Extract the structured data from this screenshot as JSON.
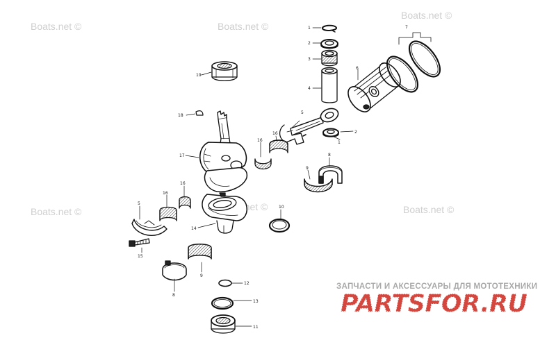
{
  "watermark_text": "Boats.net ©",
  "brand": {
    "tagline": "ЗАПЧАСТИ И АКСЕССУАРЫ ДЛЯ МОТОТЕХНИКИ",
    "logo": "PARTSFOR.RU",
    "logo_color": "#d4473f"
  },
  "callouts": {
    "c1_top": "1",
    "c2_top": "2",
    "c3": "3",
    "c4": "4",
    "c5_rod": "5",
    "c2_rod": "2",
    "c1_rod": "1",
    "c6": "6",
    "c7": "7",
    "c19": "19",
    "c18": "18",
    "c17": "17",
    "c16_upper": "16",
    "c16_mid": "16",
    "c8_upper": "8",
    "c9_upper": "9",
    "c16_lower": "16",
    "c16_left": "16",
    "c5_left": "5",
    "c10": "10",
    "c14": "14",
    "c15": "15",
    "c9_lower": "9",
    "c8_lower": "8",
    "c12": "12",
    "c13": "13",
    "c11": "11"
  }
}
